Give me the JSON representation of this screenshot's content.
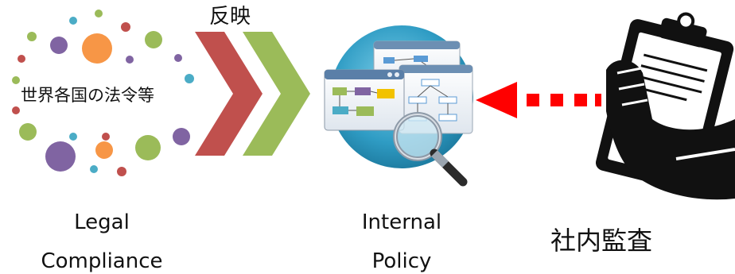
{
  "reflect_label": "反映",
  "cloud_label": "世界各国の法令等",
  "legal_compliance": {
    "line1": "Legal",
    "line2": "Compliance"
  },
  "internal_policy": {
    "line1": "Internal",
    "line2": "Policy"
  },
  "internal_audit": "社内監査",
  "colors": {
    "chevron_red": "#c0504d",
    "chevron_green": "#9bbb59",
    "arrow_red": "#ff0000",
    "globe_blue": "#3aa3c8",
    "dot_orange": "#f79646",
    "dot_purple": "#8064a2",
    "dot_green": "#9bbb59",
    "dot_red": "#c0504d",
    "dot_teal": "#4bacc6"
  },
  "icons": [
    "dot-cloud",
    "chevron-arrow-icon",
    "policy-documents-icon",
    "magnifier-icon",
    "dotted-arrow-icon",
    "clipboard-hand-icon"
  ]
}
